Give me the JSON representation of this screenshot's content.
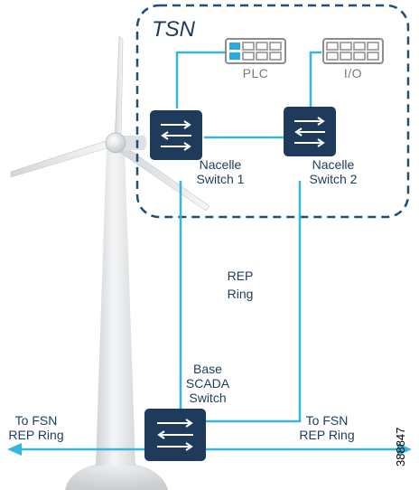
{
  "diagram": {
    "zone_label": "TSN",
    "devices": {
      "plc": "PLC",
      "io": "I/O"
    },
    "switches": {
      "nacelle1": [
        "Nacelle",
        "Switch 1"
      ],
      "nacelle2": [
        "Nacelle",
        "Switch 2"
      ],
      "base": [
        "Base",
        "SCADA",
        "Switch"
      ]
    },
    "ring_label": [
      "REP",
      "Ring"
    ],
    "left_link": [
      "To FSN",
      "REP Ring"
    ],
    "right_link": [
      "To FSN",
      "REP Ring"
    ],
    "figure_id": "388847"
  },
  "colors": {
    "switch_fill": "#1f3b5c",
    "link_line": "#35b6e0",
    "zone_border": "#1f4e79",
    "device_gray": "#8c8c8c",
    "device_accent": "#2aa9e0",
    "text_navy": "#1f3b5c"
  },
  "icons": {
    "switch": "switch-arrows-icon",
    "device": "device-grid-icon",
    "turbine": "wind-turbine-illustration"
  }
}
